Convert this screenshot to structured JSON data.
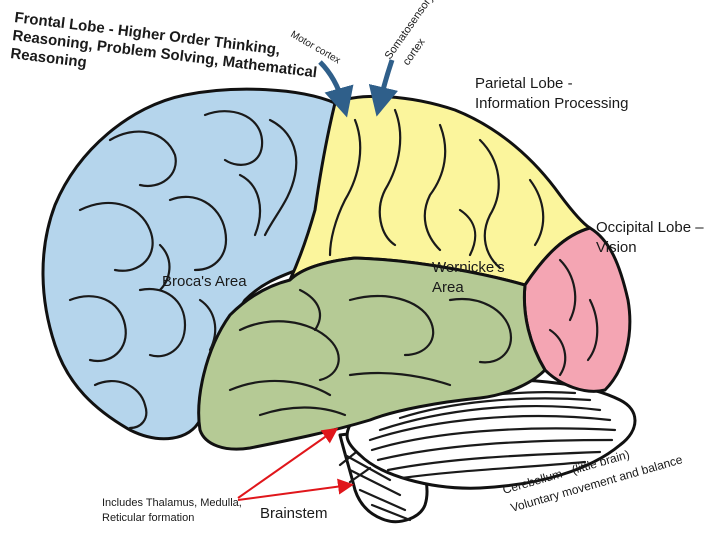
{
  "labels": {
    "frontal_line1": "Frontal Lobe - Higher Order Thinking,",
    "frontal_line2": "Reasoning, Problem Solving, Mathematical",
    "frontal_line3": "Reasoning",
    "motor_cortex": "Motor cortex",
    "somatosensory_line1": "Somatosensory",
    "somatosensory_line2": "cortex",
    "parietal_line1": "Parietal Lobe -",
    "parietal_line2": "Information Processing",
    "occipital_line1": "Occipital Lobe –",
    "occipital_line2": "Vision",
    "brocas_area": "Broca's Area",
    "wernickes_line1": "Wernicke's",
    "wernickes_line2": "Area",
    "thalamus_line1": "Includes Thalamus, Medulla,",
    "thalamus_line2": "Reticular formation",
    "brainstem": "Brainstem",
    "cerebellum_line1": "Cerebellum - (little brain)",
    "cerebellum_line2": "Voluntary movement and balance"
  },
  "colors": {
    "frontal": "#b5d5ec",
    "parietal": "#fbf59c",
    "temporal": "#b5ca95",
    "occipital": "#f4a5b3",
    "cerebellum": "#ffffff",
    "arrow_blue": "#2f5f8a",
    "arrow_red": "#e0161b"
  }
}
